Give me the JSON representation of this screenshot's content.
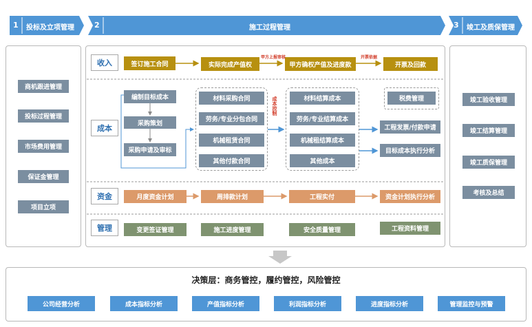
{
  "header": {
    "stage1": {
      "num": "1",
      "title": "投标及立项管理"
    },
    "stage2": {
      "num": "2",
      "title": "施工过程管理"
    },
    "stage3": {
      "num": "3",
      "title": "竣工及质保管理"
    }
  },
  "left": [
    "商机跟进管理",
    "投标过程管理",
    "市场费用管理",
    "保证金管理",
    "项目立项"
  ],
  "right": [
    "竣工验收管理",
    "竣工结算管理",
    "竣工质保管理",
    "考核及总结"
  ],
  "rows": {
    "income": {
      "label": "收入",
      "items": [
        "签订施工合同",
        "实际完成产值权",
        "甲方确权产值及进度款",
        "开票及回款"
      ],
      "notes": [
        "甲方上报审核",
        "开票依据"
      ]
    },
    "cost": {
      "label": "成本",
      "plan": [
        "编制目标成本",
        "采购策划",
        "采购申请及审标"
      ],
      "contracts": [
        "材料采购合同",
        "劳务/专业分包合同",
        "机械租赁合同",
        "其他付款合同"
      ],
      "control_note": "成本控制",
      "settle": [
        "材料结算成本",
        "劳务/专业结算成本",
        "机械租结算成本",
        "其他成本"
      ],
      "outputs": [
        "税费管理",
        "工程发票/付款申请",
        "目标成本执行分析"
      ]
    },
    "capital": {
      "label": "资金",
      "items": [
        "月度资金计划",
        "周排款计划",
        "工程实付",
        "资金计划执行分析"
      ]
    },
    "manage": {
      "label": "管理",
      "items": [
        "变更签证管理",
        "施工进度管理",
        "安全质量管理",
        "工程资料管理"
      ]
    }
  },
  "decision": {
    "title": "决策层：商务管控，履约管控，风险管控",
    "items": [
      "公司经营分析",
      "成本指标分析",
      "产值指标分析",
      "利润指标分析",
      "进度指标分析",
      "管理监控与预警"
    ]
  }
}
